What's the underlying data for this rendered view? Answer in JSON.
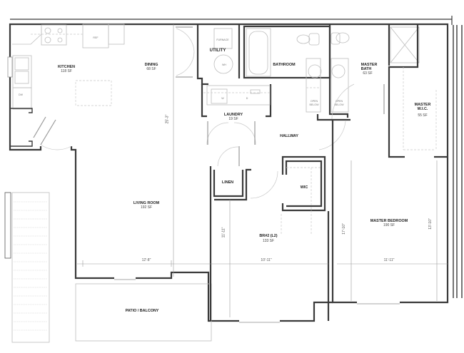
{
  "plan": {
    "rooms": [
      {
        "id": "kitchen",
        "name": "KITCHEN",
        "area": "118 SF"
      },
      {
        "id": "dining",
        "name": "DINING",
        "area": "68 SF"
      },
      {
        "id": "utility",
        "name": "UTILITY",
        "area": ""
      },
      {
        "id": "bathroom",
        "name": "BATHROOM",
        "area": ""
      },
      {
        "id": "master_bath",
        "name": "MASTER\nBATH",
        "name_line1": "MASTER",
        "name_line2": "BATH",
        "area": "63 SF"
      },
      {
        "id": "master_wic",
        "name": "MASTER W.I.C.",
        "name_line1": "MASTER",
        "name_line2": "W.I.C.",
        "area": "55 SF"
      },
      {
        "id": "laundry",
        "name": "LAUNDRY",
        "area": "19 SF"
      },
      {
        "id": "hallway",
        "name": "HALLWAY",
        "area": ""
      },
      {
        "id": "linen",
        "name": "LINEN",
        "area": ""
      },
      {
        "id": "wic",
        "name": "WIC",
        "area": ""
      },
      {
        "id": "living_room",
        "name": "LIVING ROOM",
        "area": "192 SF"
      },
      {
        "id": "br2",
        "name": "BR#2 (L2)",
        "area": "133 SF"
      },
      {
        "id": "master_bedroom",
        "name": "MASTER BEDROOM",
        "area": "190 SF"
      },
      {
        "id": "patio",
        "name": "PATIO / BALCONY",
        "area": ""
      }
    ],
    "fixtures": {
      "ref": "REF",
      "furnace": "FURNACE",
      "wh": "WH",
      "washer": "W",
      "dryer": "D",
      "dw": "DW",
      "open_below_1_line1": "OPEN",
      "open_below_1_line2": "BELOW",
      "open_below_2_line1": "OPEN",
      "open_below_2_line2": "BELOW"
    },
    "dimensions": {
      "living_height": "25'-3\"",
      "living_width": "12'-8\"",
      "br2_width": "10'-11\"",
      "br2_height": "11'-11\"",
      "master_width": "11'-11\"",
      "master_height_left": "17'-10\"",
      "master_height_right": "13'-10\""
    }
  }
}
